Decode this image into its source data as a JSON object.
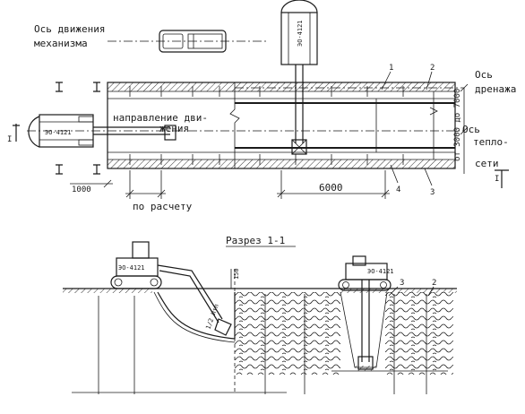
{
  "labels": {
    "axis_movement": [
      "Ось движения",
      "механизма"
    ],
    "axis_drainage": [
      "Ось",
      "дренажа"
    ],
    "axis_heat": [
      "Ось",
      "тепло-",
      "сети"
    ],
    "direction": [
      "направление дви-",
      "жения"
    ],
    "per_calc": "по расчету",
    "section_title": "Разрез 1-1",
    "machine_model": "ЭО-4121",
    "dim_1000": "1000",
    "dim_6000": "6000",
    "dim_range": "от 3000 до 7000",
    "dim_150": "150",
    "slope": "1/2 Итп",
    "callout_1": "1",
    "callout_2": "2",
    "callout_3": "3",
    "callout_4": "4",
    "section_mark": "I"
  }
}
